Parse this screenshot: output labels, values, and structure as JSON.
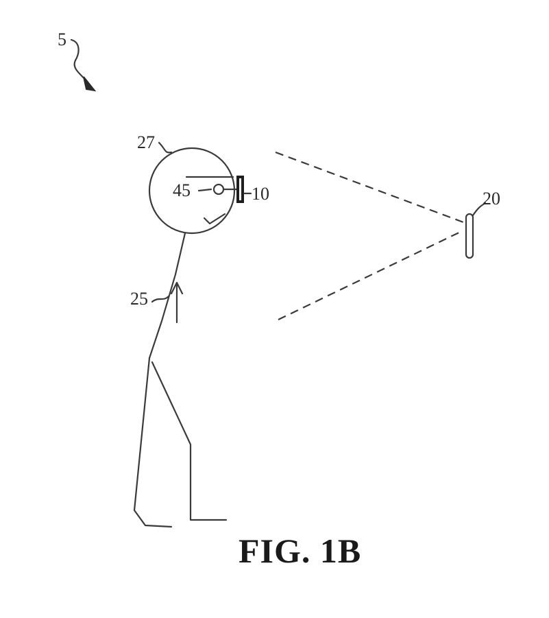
{
  "labels": {
    "system": "5",
    "head": "27",
    "sensor": "45",
    "device": "10",
    "target": "20",
    "user": "25"
  },
  "caption": "FIG. 1B",
  "colors": {
    "ink": "#3a3a3a",
    "background": "#ffffff"
  }
}
